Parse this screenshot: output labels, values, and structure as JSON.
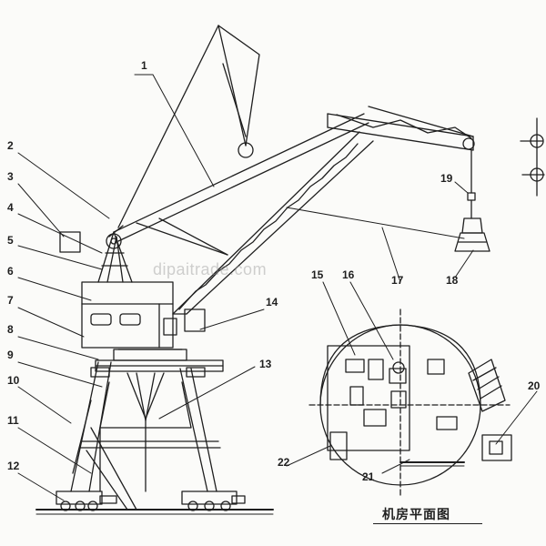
{
  "diagram": {
    "watermark": "dipaitrade.com",
    "plan_caption": "机房平面图",
    "callouts": [
      "1",
      "2",
      "3",
      "4",
      "5",
      "6",
      "7",
      "8",
      "9",
      "10",
      "11",
      "12",
      "13",
      "14",
      "15",
      "16",
      "17",
      "18",
      "19",
      "20",
      "21",
      "22"
    ]
  },
  "colors": {
    "ink": "#1f1f1f",
    "paper": "#fbfbf9",
    "watermark": "#969696"
  }
}
